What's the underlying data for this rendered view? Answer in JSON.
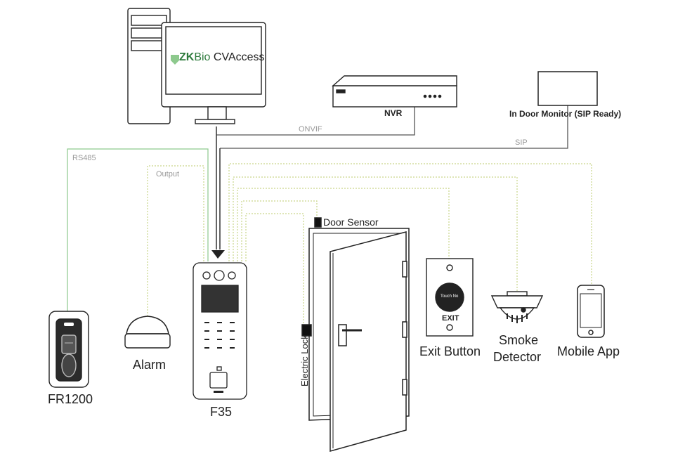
{
  "software": {
    "logo_mark": "ZK",
    "brand_prefix": "Bio ",
    "brand_name": "CVAccess"
  },
  "devices": {
    "nvr": "NVR",
    "monitor": "In Door Monitor (SIP Ready)",
    "reader": "FR1200",
    "alarm": "Alarm",
    "terminal": "F35",
    "door_sensor": "Door Sensor",
    "lock": "Electric Lock",
    "exit_button": "Exit Button",
    "smoke_line1": "Smoke",
    "smoke_line2": "Detector",
    "mobile": "Mobile App"
  },
  "connections": {
    "onvif": "ONVIF",
    "sip": "SIP",
    "rs485": "RS485",
    "output": "Output"
  },
  "exit_panel": {
    "touch": "Touch No",
    "exit": "EXIT"
  },
  "colors": {
    "solid_line": "#555555",
    "green_line": "#8dc98d",
    "dotted_line": "#c9d58a",
    "outline": "#222222"
  }
}
